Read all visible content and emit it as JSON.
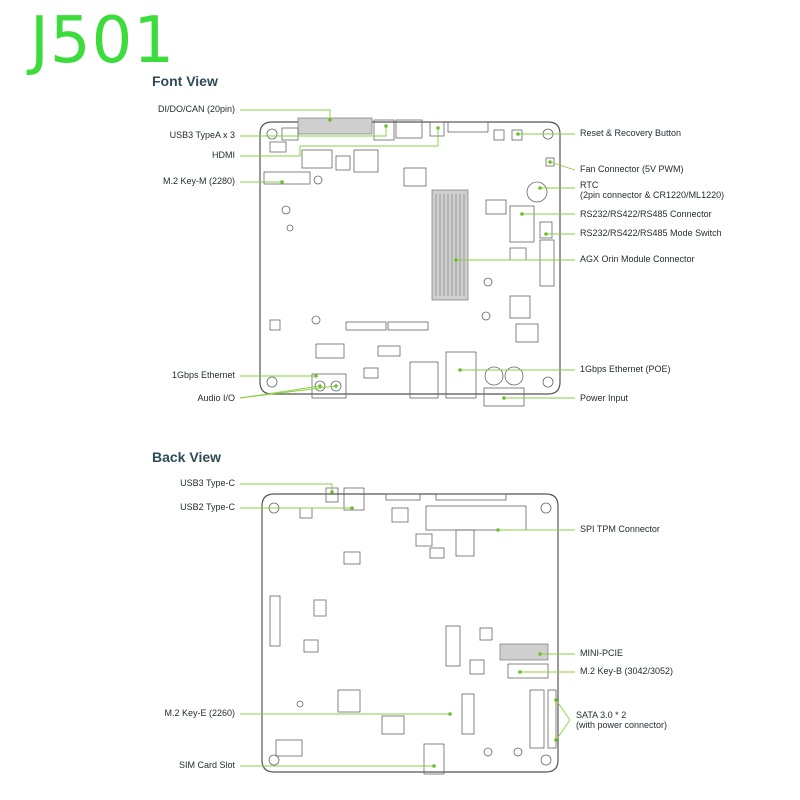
{
  "title": "J501",
  "front": {
    "heading": "Font View",
    "left_labels": [
      "DI/DO/CAN (20pin)",
      "USB3 TypeA x 3",
      "HDMI",
      "M.2 Key-M (2280)",
      "1Gbps Ethernet",
      "Audio I/O"
    ],
    "right_labels": [
      "Reset & Recovery Button",
      "Fan Connector (5V PWM)",
      "RTC",
      "(2pin connector & CR1220/ML1220)",
      "RS232/RS422/RS485 Connector",
      "RS232/RS422/RS485 Mode Switch",
      "AGX Orin Module Connector",
      "1Gbps Ethernet (POE)",
      "Power Input"
    ]
  },
  "back": {
    "heading": "Back View",
    "left_labels": [
      "USB3 Type-C",
      "USB2 Type-C",
      "M.2 Key-E (2260)",
      "SIM Card Slot"
    ],
    "right_labels": [
      "SPI TPM Connector",
      "MINI-PCIE",
      "M.2 Key-B (3042/3052)",
      "SATA 3.0 * 2",
      "(with power connector)"
    ]
  },
  "colors": {
    "title": "#3ddc3d",
    "leader": "#8bcf3f",
    "heading": "#2f4b55"
  }
}
